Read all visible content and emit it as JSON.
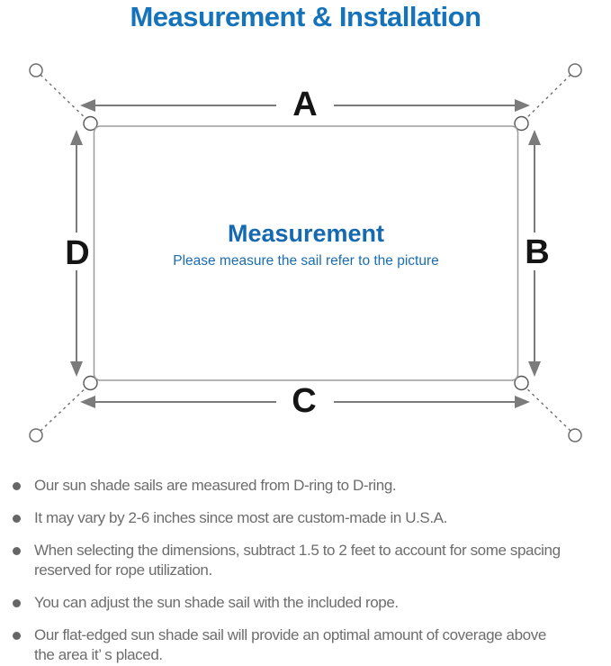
{
  "title": "Measurement & Installation",
  "diagram": {
    "heading": "Measurement",
    "subheading": "Please measure the sail refer to the picture",
    "labels": {
      "top": "A",
      "right": "B",
      "bottom": "C",
      "left": "D"
    }
  },
  "notes": [
    [
      "Our sun shade sails are measured from D-ring to D-ring."
    ],
    [
      "It may vary by 2-6 inches since most are custom-made in U.S.A."
    ],
    [
      "When selecting the dimensions, subtract 1.5 to 2 feet to account for some spacing",
      "reserved for rope utilization."
    ],
    [
      "You can adjust the sun shade sail with the included rope."
    ],
    [
      "Our flat-edged sun shade sail will provide an optimal amount of coverage above",
      "the area it’ s placed."
    ]
  ],
  "colors": {
    "accent_blue": "#1573bb",
    "heading_blue": "#1569b0",
    "label_black": "#151515",
    "arrow_gray": "#7b7b7b",
    "outline_gray": "#9c9c9c",
    "note_text": "#6d6d6d",
    "background": "#ffffff"
  }
}
